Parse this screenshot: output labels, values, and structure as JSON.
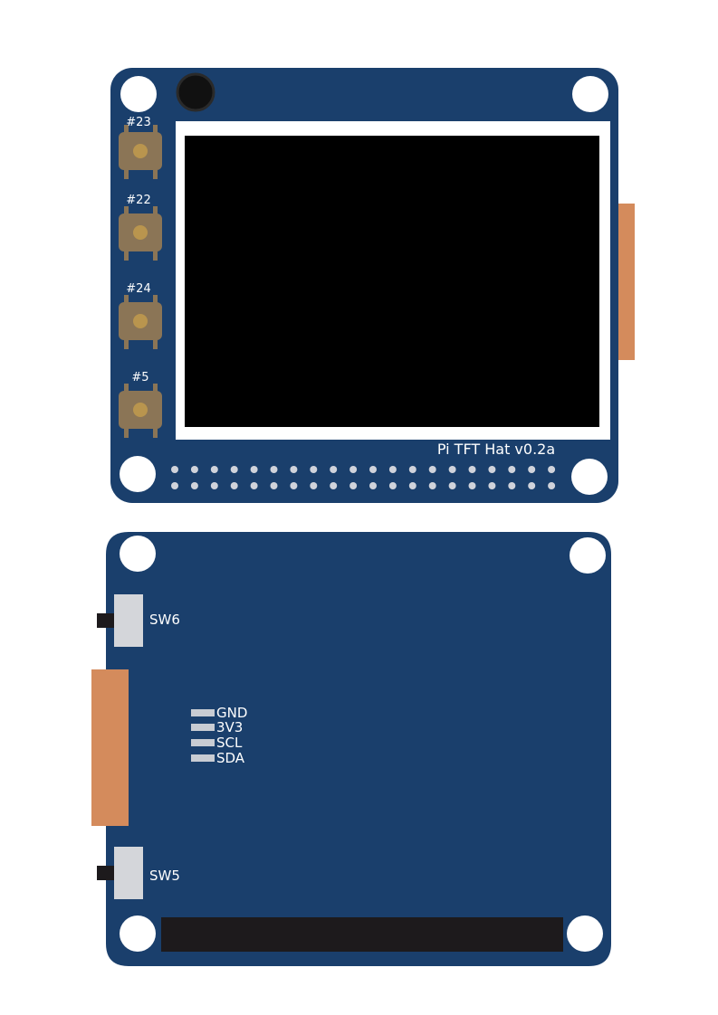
{
  "front": {
    "board_label": "Pi TFT Hat v0.2a",
    "buttons": [
      "#23",
      "#22",
      "#24",
      "#5"
    ]
  },
  "back": {
    "switches": [
      "SW6",
      "SW5"
    ],
    "pads": [
      "GND",
      "3V3",
      "SCL",
      "SDA"
    ]
  },
  "colors": {
    "pcb": "#1a3f6c",
    "connector": "#d48b5c",
    "button": "#8b7556",
    "button_core": "#b9954e",
    "screen": "#000000",
    "switch_body": "#d4d6da",
    "header_strip": "#1d1a1c"
  }
}
